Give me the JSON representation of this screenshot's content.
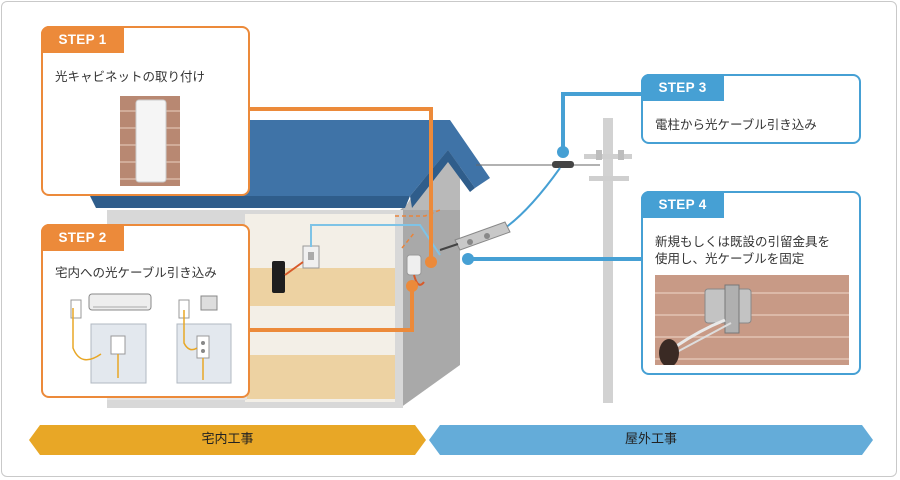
{
  "steps": [
    {
      "tab": "STEP 1",
      "text": "光キャビネットの取り付け",
      "color": "#ec8a3a"
    },
    {
      "tab": "STEP 2",
      "text": "宅内への光ケーブル引き込み",
      "color": "#ec8a3a"
    },
    {
      "tab": "STEP 3",
      "text": "電柱から光ケーブル引き込み",
      "color": "#46a0d4"
    },
    {
      "tab": "STEP 4",
      "text_lines": [
        "新規もしくは既設の引留金具を",
        "使用し、光ケーブルを固定"
      ],
      "color": "#46a0d4"
    }
  ],
  "banners": {
    "indoor": {
      "label": "宅内工事",
      "color": "#e8a726"
    },
    "outdoor": {
      "label": "屋外工事",
      "color": "#64acd9"
    }
  },
  "colors": {
    "orange": "#ec8a3a",
    "blue": "#46a0d4",
    "roof": "#3f73a7",
    "wall": "#d6d6d6",
    "floor": "#edd2a2"
  }
}
